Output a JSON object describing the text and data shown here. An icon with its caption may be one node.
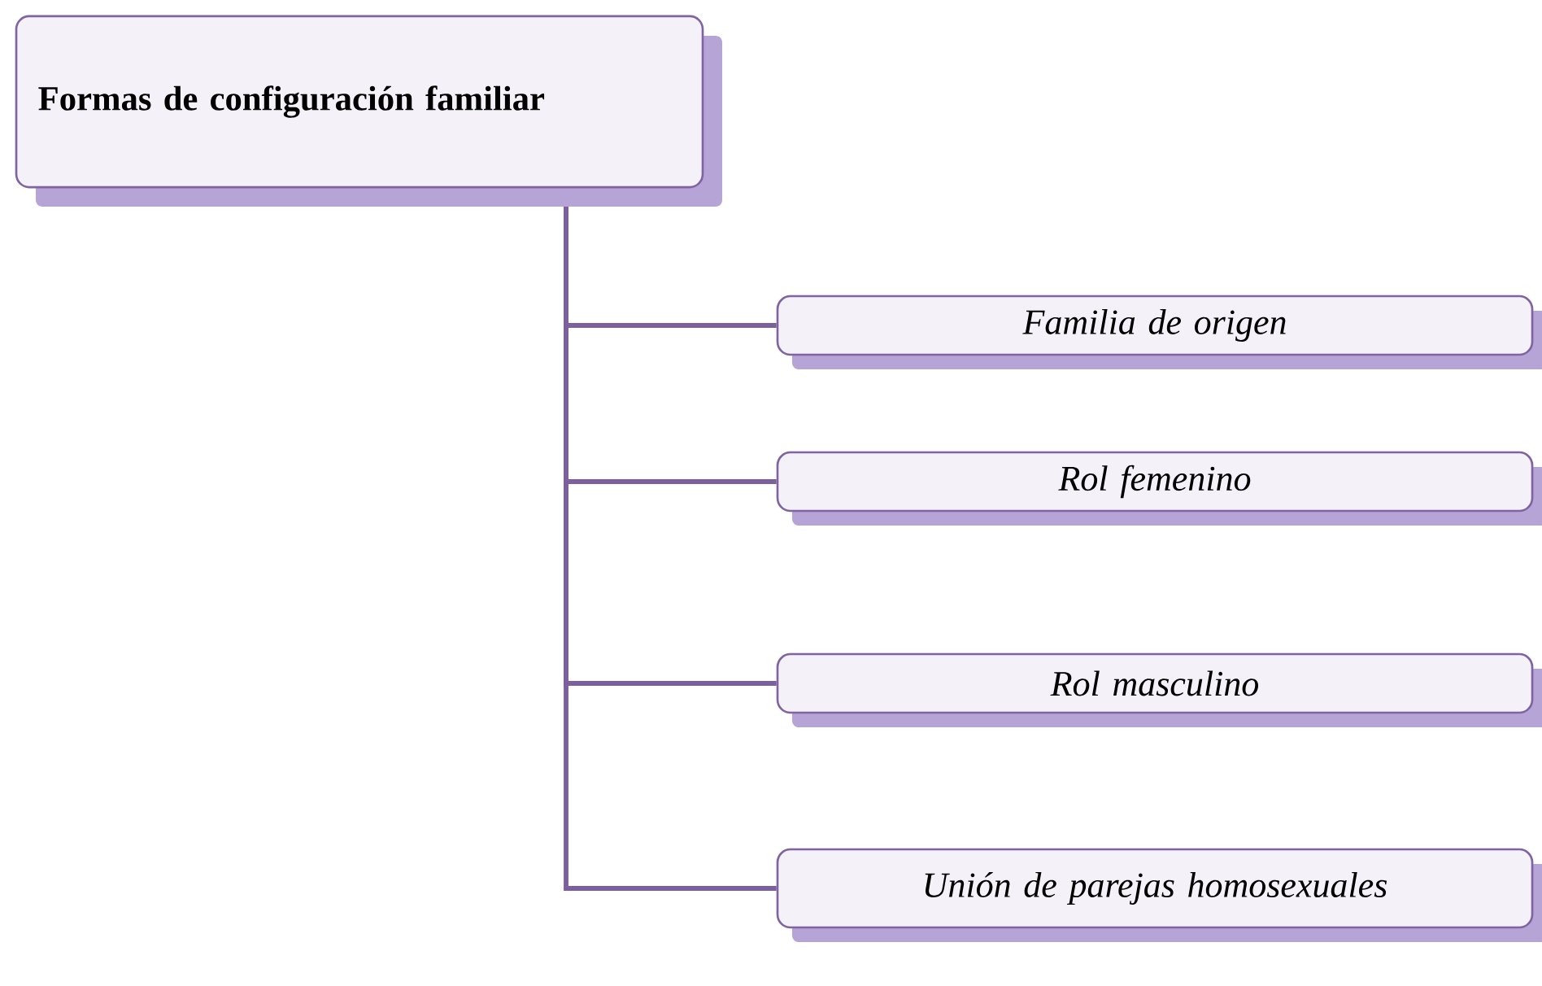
{
  "diagram": {
    "nodes": [
      {
        "text": [
          "Formas de configuración familiar"
        ]
      },
      {
        "text": [
          "Familia de origen"
        ]
      },
      {
        "text": [
          "Rol femenino"
        ]
      },
      {
        "text": [
          "Rol masculino"
        ]
      },
      {
        "text": [
          "Unión de parejas homosexuales"
        ]
      }
    ],
    "edges": [
      {
        "from": 0,
        "to": 1,
        "arrow": "none"
      },
      {
        "from": 0,
        "to": 2,
        "arrow": "none"
      },
      {
        "from": 0,
        "to": 3,
        "arrow": "none"
      },
      {
        "from": 0,
        "to": 4,
        "arrow": "none"
      }
    ]
  }
}
